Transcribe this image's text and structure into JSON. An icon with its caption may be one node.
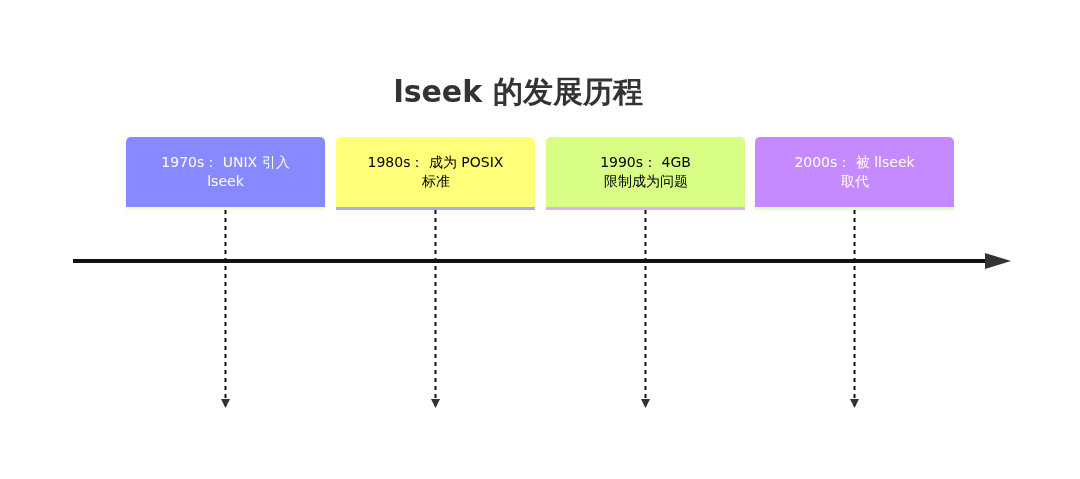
{
  "diagram": {
    "title": "lseek 的发展历程",
    "nodes": [
      {
        "text": [
          "1970s： UNIX 引入 lseek"
        ]
      },
      {
        "text": [
          "1980s： 成为 POSIX 标准"
        ]
      },
      {
        "text": [
          "1990s： 4GB 限制成为问题"
        ]
      },
      {
        "text": [
          "2000s： 被 llseek 取代"
        ]
      }
    ],
    "edges": [
      {
        "from": 0,
        "to": null,
        "arrow": "to",
        "style": "dashed"
      },
      {
        "from": 1,
        "to": null,
        "arrow": "to",
        "style": "dashed"
      },
      {
        "from": 2,
        "to": null,
        "arrow": "to",
        "style": "dashed"
      },
      {
        "from": 3,
        "to": null,
        "arrow": "to",
        "style": "dashed"
      }
    ]
  }
}
